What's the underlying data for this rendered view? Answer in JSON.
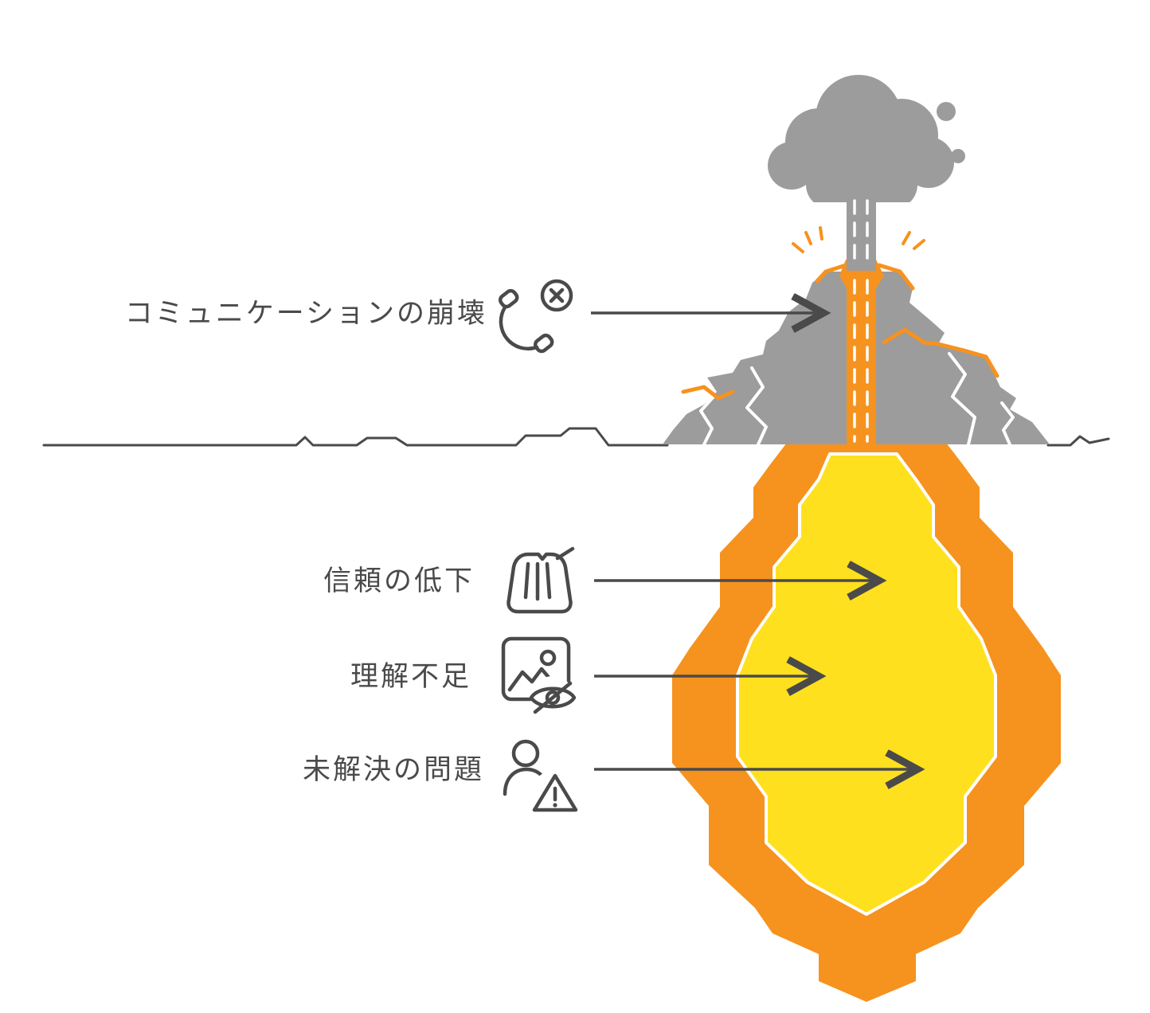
{
  "diagram": {
    "type": "volcano-iceberg-infographic",
    "description_hidden_from_pixels": ""
  },
  "colors": {
    "gray": "#9c9c9c",
    "orange": "#f6921e",
    "yellow": "#ffe01e",
    "dark": "#4a4a4a",
    "white": "#ffffff",
    "background": "#ffffff"
  },
  "labels": [
    {
      "text": "コミュニケーションの崩壊",
      "icon": "phone-x-icon"
    },
    {
      "text": "信頼の低下",
      "icon": "waterfall-icon"
    },
    {
      "text": "理解不足",
      "icon": "image-hidden-icon"
    },
    {
      "text": "未解決の問題",
      "icon": "person-warning-icon"
    }
  ]
}
